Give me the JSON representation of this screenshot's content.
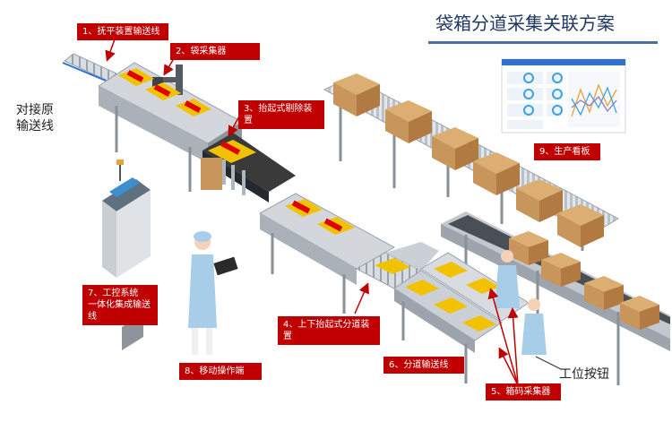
{
  "title": "袋箱分道采集关联方案",
  "labels": {
    "l1": "1、抚平装置输送线",
    "l2": "2、袋采集器",
    "l3": "3、抬起式剔除装置",
    "l4": "4、上下抬起式分道装置",
    "l5": "5、箱码采集器",
    "l6": "6、分道输送线",
    "l7": "7、工控系统\n一体化集成输送\n线",
    "l8": "8、移动操作端",
    "l9": "9、生产看板"
  },
  "annotations": {
    "dock": "对接原\n输送线",
    "station_button": "工位按钮"
  },
  "colors": {
    "label_bg": "#c00000",
    "title": "#1f3864",
    "conveyor": "#c9ced3",
    "belt": "#3a3a3a",
    "box": "#c8955a",
    "bag": "#f2c200",
    "bag_text": "#e00000"
  },
  "icons": [
    "arrow-icon",
    "box-icon",
    "bag-icon",
    "worker-icon",
    "robot-arm-icon",
    "control-cabinet-icon",
    "dashboard-icon",
    "tablet-icon"
  ]
}
